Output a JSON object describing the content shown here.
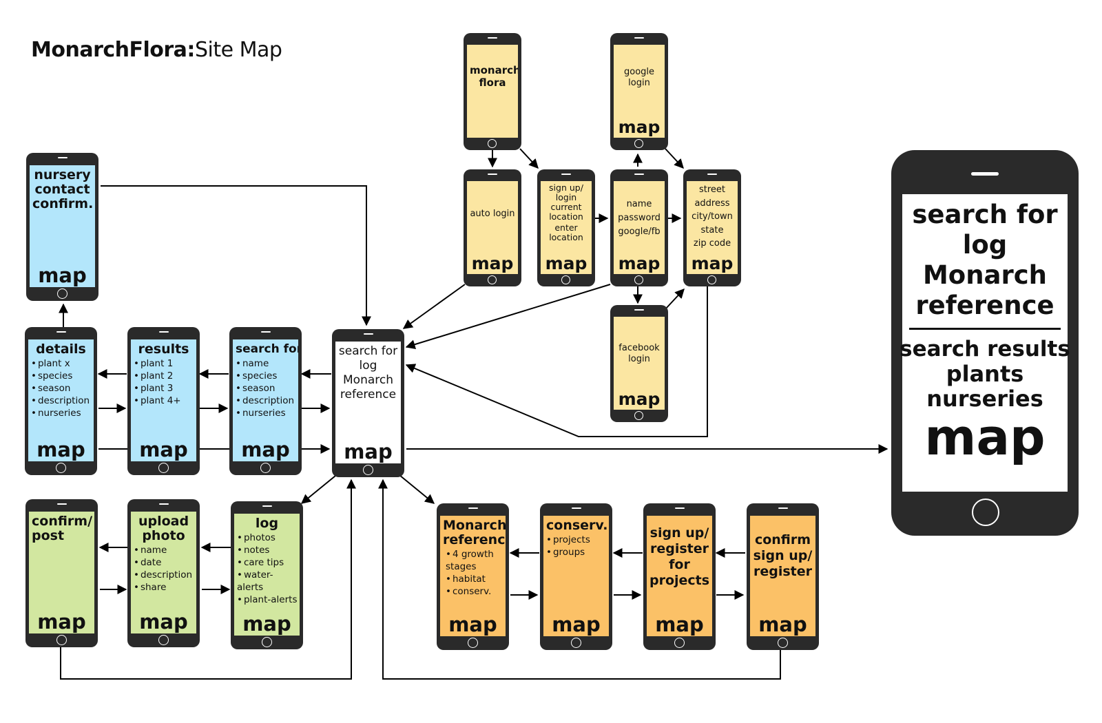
{
  "title": {
    "brand": "MonarchFlora:",
    "sub": "Site Map"
  },
  "map_label": "map",
  "search_phones": [
    {
      "id": "details",
      "heading": "details",
      "items": [
        "plant x",
        "species",
        "season",
        "description",
        "nurseries"
      ]
    },
    {
      "id": "results",
      "heading": "results",
      "items": [
        "plant 1",
        "plant 2",
        "plant 3",
        "plant 4+"
      ]
    },
    {
      "id": "search-for",
      "heading": "search for",
      "items": [
        "name",
        "species",
        "season",
        "description",
        "nurseries"
      ]
    }
  ],
  "nursery_phone": {
    "lines": [
      "nursery",
      "contact",
      "confirm."
    ]
  },
  "home_phone": {
    "lines": [
      "search for",
      "log",
      "Monarch",
      "reference"
    ]
  },
  "login_phones": {
    "monarch_flora": {
      "lines": [
        "monarch",
        "flora"
      ]
    },
    "google_login": {
      "lines": [
        "google",
        "login"
      ]
    },
    "auto_login": {
      "lines": [
        "auto login"
      ]
    },
    "signup_login": {
      "lines": [
        "sign up/",
        "login",
        "current",
        "location",
        "enter",
        "location"
      ]
    },
    "name_password": {
      "lines": [
        "name",
        "password",
        "google/fb"
      ]
    },
    "address": {
      "lines": [
        "street",
        "address",
        "city/town",
        "state",
        "zip code"
      ]
    },
    "facebook_login": {
      "lines": [
        "facebook",
        "login"
      ]
    }
  },
  "log_phones": [
    {
      "id": "confirm-post",
      "heading_lines": [
        "confirm/",
        "post"
      ],
      "items": []
    },
    {
      "id": "upload-photo",
      "heading_lines": [
        "upload",
        "photo"
      ],
      "items": [
        "name",
        "date",
        "description",
        "share"
      ]
    },
    {
      "id": "log",
      "heading_lines": [
        "log"
      ],
      "items": [
        "photos",
        "notes",
        "care tips",
        "water-alerts",
        "plant-alerts"
      ]
    }
  ],
  "reference_phones": [
    {
      "id": "monarch-reference",
      "heading_lines": [
        "Monarch",
        "reference"
      ],
      "items": [
        "4 growth stages",
        "habitat",
        "conserv."
      ]
    },
    {
      "id": "conserv",
      "heading_lines": [
        "conserv."
      ],
      "items": [
        "projects",
        "groups"
      ]
    },
    {
      "id": "signup-register",
      "heading_lines": [
        "sign up/",
        "register",
        "for",
        "projects"
      ],
      "items": []
    },
    {
      "id": "confirm-signup",
      "heading_lines": [
        "confirm",
        "sign up/",
        "register"
      ],
      "items": []
    }
  ],
  "large_phone": {
    "top_lines": [
      "search for",
      "log",
      "Monarch",
      "reference"
    ],
    "bottom_lines": [
      "search results",
      "plants",
      "nurseries"
    ],
    "map": "map"
  },
  "colors": {
    "blue": "#b3e6fb",
    "yellow": "#fbe6a2",
    "green": "#d2e7a0",
    "orange": "#fbc167",
    "phone": "#2a2a2a"
  }
}
